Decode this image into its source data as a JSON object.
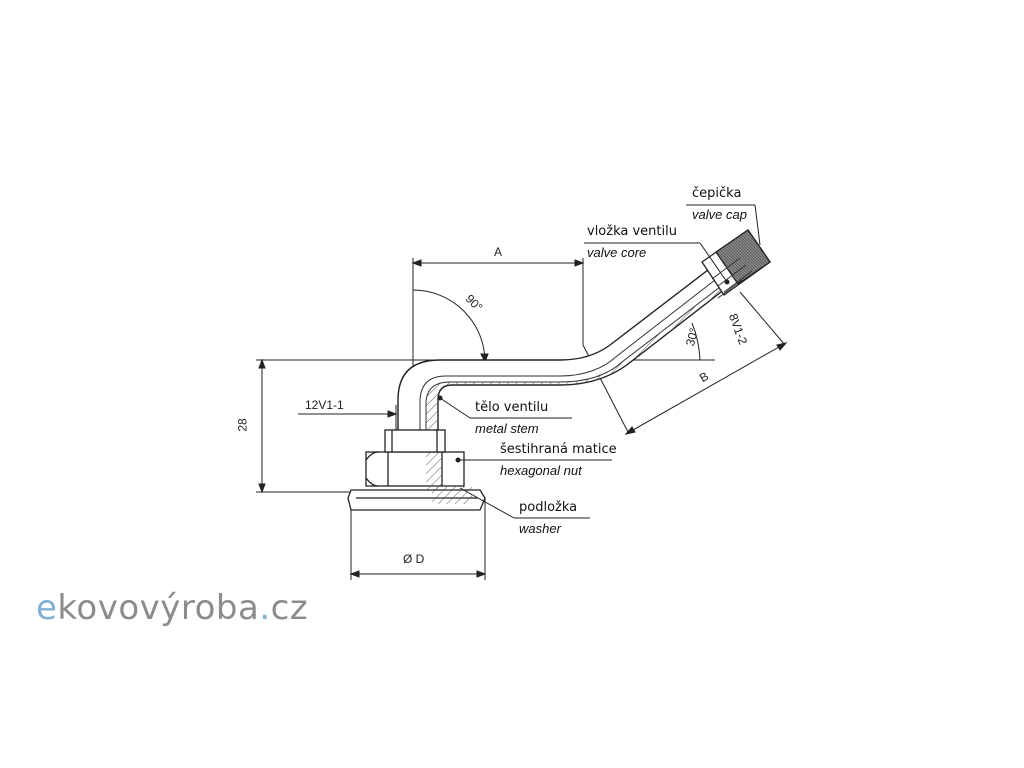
{
  "labels": {
    "cap_cz": "čepička",
    "cap_en": "valve cap",
    "core_cz": "vložka ventilu",
    "core_en": "valve core",
    "stem_cz": "tělo ventilu",
    "stem_en": "metal stem",
    "nut_cz": "šestihraná matice",
    "nut_en": "hexagonal nut",
    "washer_cz": "podložka",
    "washer_en": "washer"
  },
  "dimensions": {
    "a": "A",
    "b": "B",
    "height": "28",
    "diameter": "Ø D",
    "angle_90": "90°",
    "angle_30": "30°",
    "thread_base": "12V1-1",
    "thread_tip": "8V1-2"
  },
  "logo": {
    "e": "e",
    "mid": "kovovýroba",
    "dot": ".",
    "cz": "cz"
  },
  "colors": {
    "line": "#222222",
    "hatch": "#555555",
    "logo_blue": "#7fb1d6",
    "logo_gray": "#8a8d90"
  }
}
